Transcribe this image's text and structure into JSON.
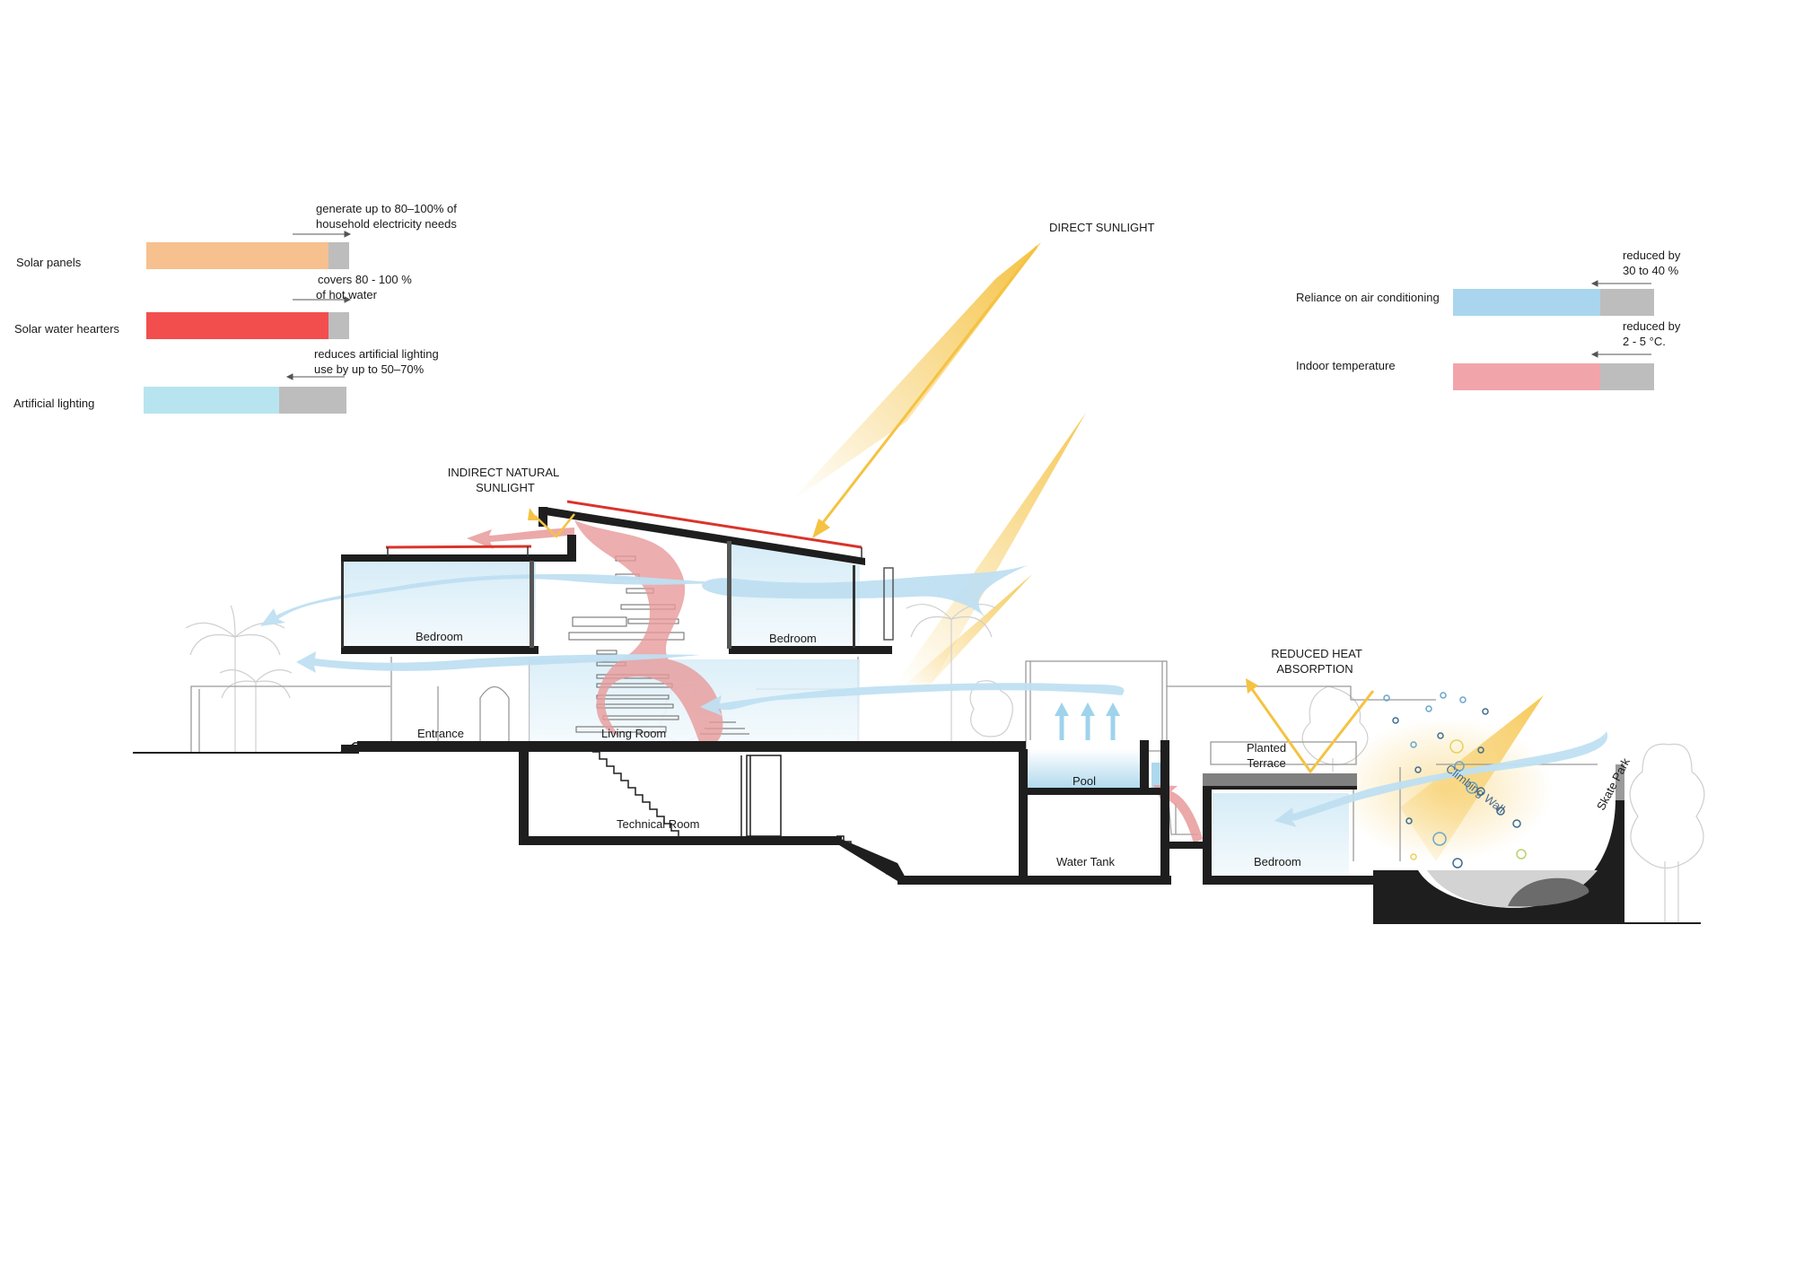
{
  "legend_left": [
    {
      "label": "Solar panels",
      "note": [
        "generate up to 80–100% of",
        "household electricity needs"
      ],
      "fill_fraction": 0.9,
      "color": "#f7c08f"
    },
    {
      "label": "Solar water hearters",
      "note": [
        "covers 80 - 100 %",
        "of  hot water"
      ],
      "fill_fraction": 0.9,
      "color": "#f24e4e"
    },
    {
      "label": "Artificial lighting",
      "note": [
        "reduces artificial lighting",
        "use by up to 50–70%"
      ],
      "fill_fraction": 0.67,
      "color": "#b8e4ef"
    }
  ],
  "legend_right": [
    {
      "label": "Reliance on air conditioning",
      "note": [
        "reduced by",
        "30 to 40 %"
      ],
      "fill_fraction": 0.73,
      "color": "#a9d6ee"
    },
    {
      "label": "Indoor temperature",
      "note": [
        "reduced by",
        "2 - 5 °C."
      ],
      "fill_fraction": 0.73,
      "color": "#f2a4ab"
    }
  ],
  "annotations": {
    "direct_sunlight": "DIRECT SUNLIGHT",
    "indirect_sunlight": [
      "INDIRECT NATURAL",
      "SUNLIGHT"
    ],
    "reduced_heat": [
      "REDUCED HEAT",
      "ABSORPTION"
    ]
  },
  "rooms": {
    "bedroom_left": "Bedroom",
    "bedroom_right": "Bedroom",
    "entrance": "Entrance",
    "living_room": "Living Room",
    "technical_room": "Technical Room",
    "pool": "Pool",
    "water_tank": "Water Tank",
    "planted_terrace": [
      "Planted",
      "Terrace"
    ],
    "bedroom_lower": "Bedroom",
    "climbing_wall": "Climbing Wall",
    "skate_park": "Skate Park"
  },
  "colors": {
    "structure": "#1e1e1e",
    "airflow_cool": "#bfe0f2",
    "airflow_warm": "#e79a9a",
    "sunlight": "#f5c242",
    "glass": "#e6f4fb",
    "roof_panel": "#d9342b"
  }
}
